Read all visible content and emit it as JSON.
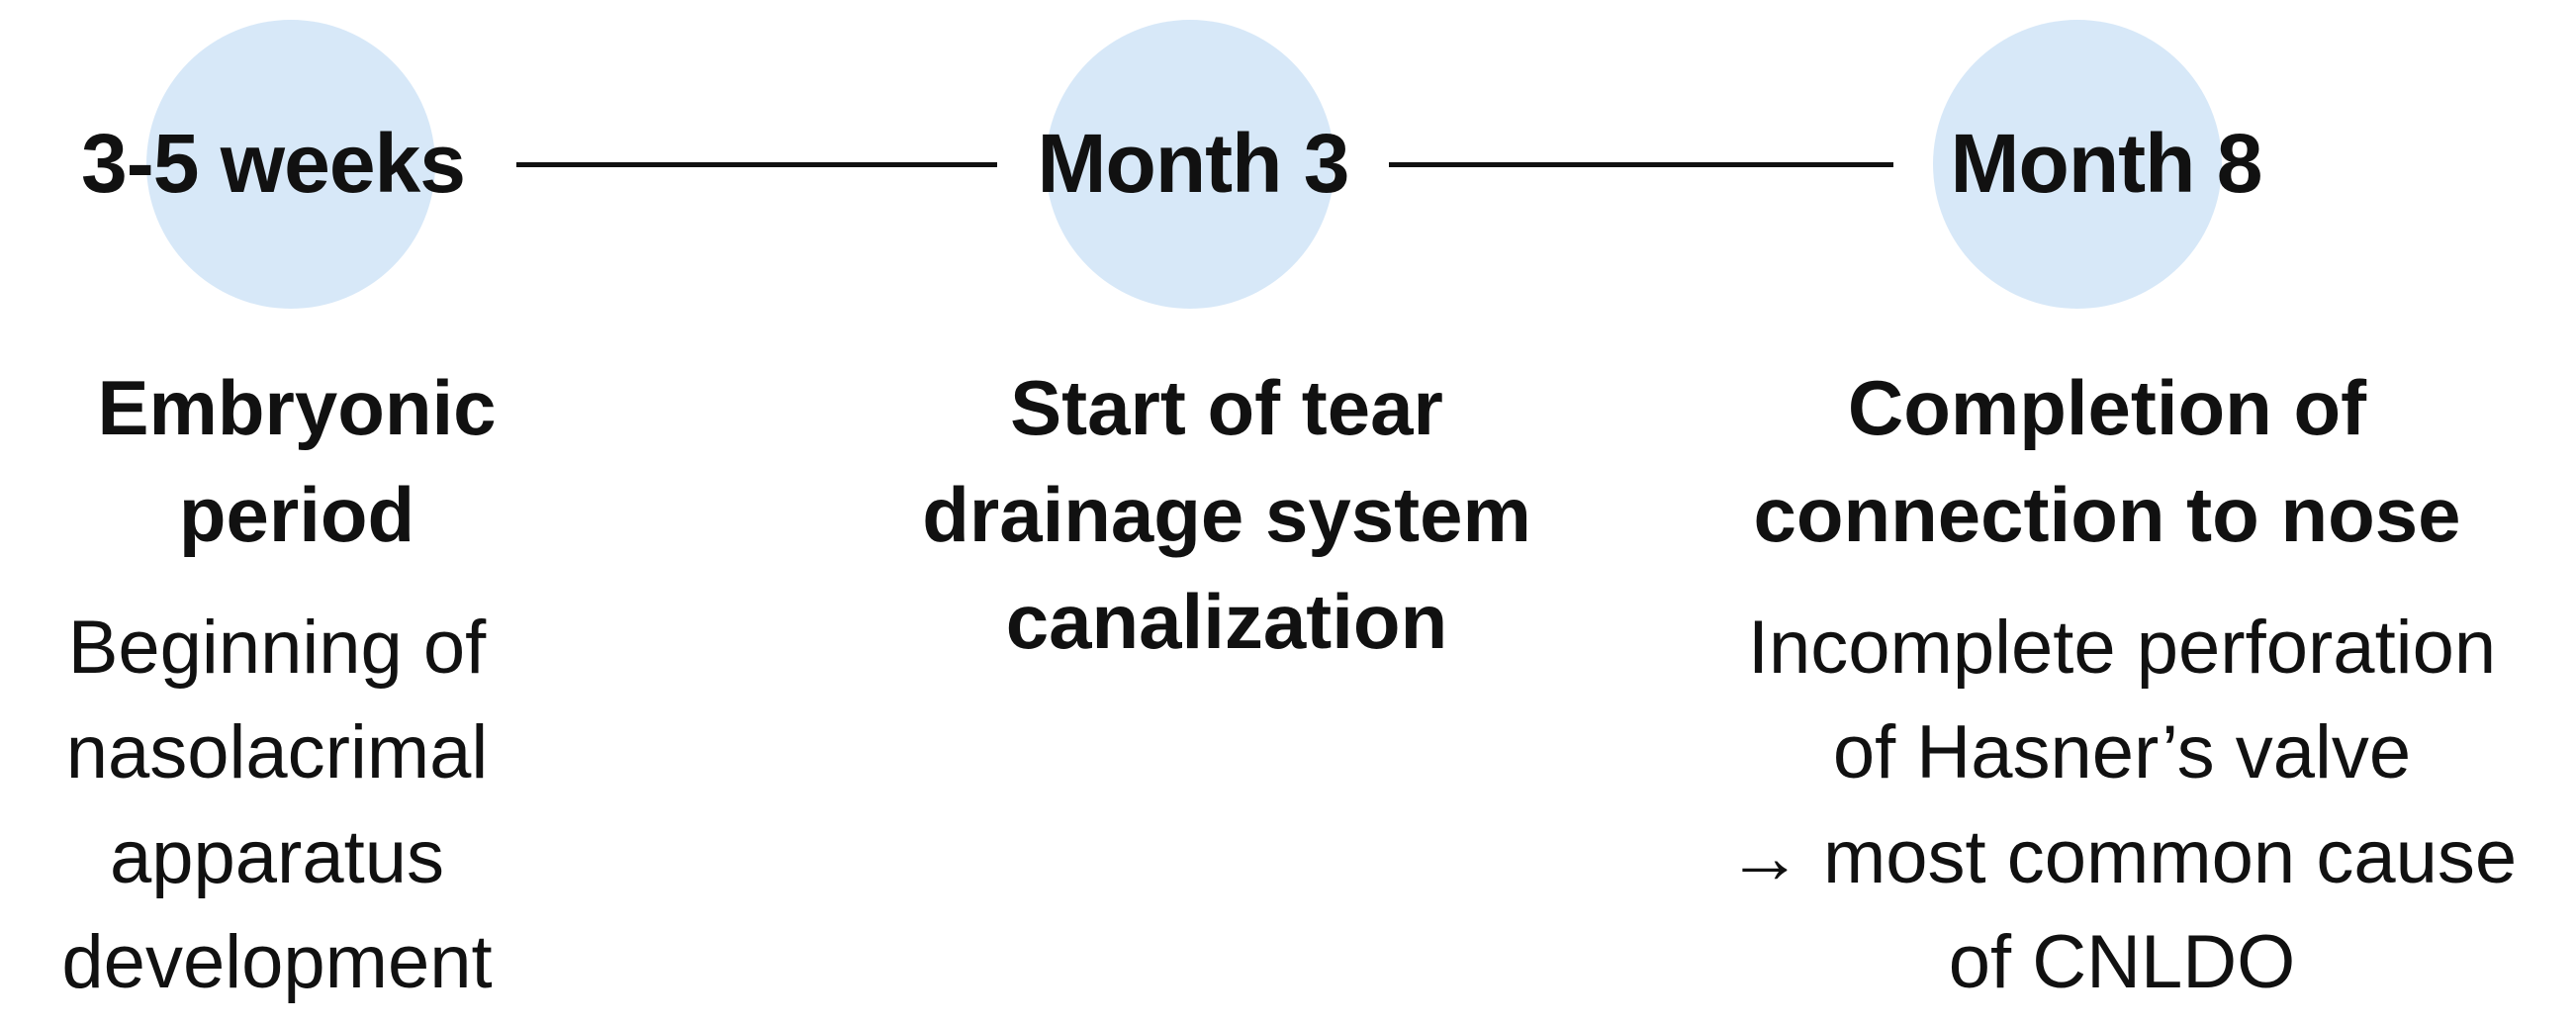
{
  "timeline": {
    "milestones": [
      {
        "time": "3-5 weeks",
        "heading_lines": [
          "Embryonic",
          "period"
        ],
        "description_lines": [
          "Beginning of",
          "nasolacrimal",
          "apparatus",
          "development"
        ]
      },
      {
        "time": "Month 3",
        "heading_lines": [
          "Start of tear",
          "drainage system",
          "canalization"
        ],
        "description_lines": []
      },
      {
        "time": "Month 8",
        "heading_lines": [
          "Completion of",
          "connection to nose"
        ],
        "description_lines": [
          "Incomplete perforation",
          "of Hasner’s valve",
          "→ most common cause",
          "of CNLDO"
        ]
      }
    ],
    "colors": {
      "circle": "#d7e8f8",
      "text": "#111111",
      "connector": "#111111"
    }
  }
}
